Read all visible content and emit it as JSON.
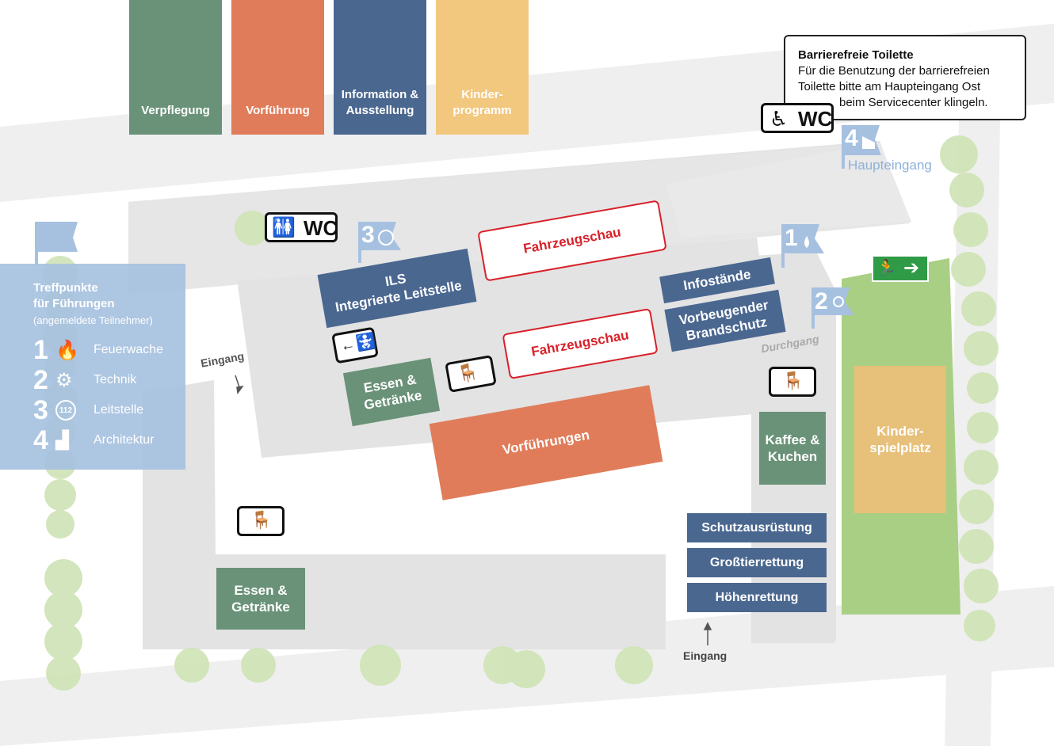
{
  "legend": {
    "items": [
      {
        "label": "Verpflegung",
        "color": "#6a9278"
      },
      {
        "label": "Vorführung",
        "color": "#e07c5a"
      },
      {
        "label": "Information & Ausstellung",
        "color": "#4a6790"
      },
      {
        "label": "Kinder-programm",
        "color": "#f2c77e"
      }
    ]
  },
  "notice": {
    "title": "Barrierefreie Toilette",
    "lines": [
      "Für die Benutzung der barrierefreien",
      "Toilette bitte am Haupteingang Ost",
      "beim Servicecenter klingeln."
    ],
    "wc_label": "WC"
  },
  "meeting_points": {
    "title_line1": "Treffpunkte",
    "title_line2": "für Führungen",
    "subtitle": "(angemeldete Teilnehmer)",
    "items": [
      {
        "num": "1",
        "label": "Feuerwache",
        "icon": "flame-icon"
      },
      {
        "num": "2",
        "label": "Technik",
        "icon": "gear-wrench-icon"
      },
      {
        "num": "3",
        "label": "Leitstelle",
        "icon": "emergency-112-icon"
      },
      {
        "num": "4",
        "label": "Architektur",
        "icon": "building-icon"
      }
    ]
  },
  "map": {
    "wc_label": "WC",
    "ils_line1": "ILS",
    "ils_line2": "Integrierte Leitstelle",
    "vehicle_show_1": "Fahrzeugschau",
    "vehicle_show_2": "Fahrzeugschau",
    "info_stands": "Infostände",
    "fire_prev_line1": "Vorbeugender",
    "fire_prev_line2": "Brandschutz",
    "food_center_line1": "Essen &",
    "food_center_line2": "Getränke",
    "demos": "Vorführungen",
    "coffee_line1": "Kaffee &",
    "coffee_line2": "Kuchen",
    "kids_line1": "Kinder-",
    "kids_line2": "spielplatz",
    "protective_gear": "Schutzausrüstung",
    "large_animal_rescue": "Großtierrettung",
    "height_rescue": "Höhenrettung",
    "food_left_line1": "Essen &",
    "food_left_line2": "Getränke",
    "entrance_left": "Eingang",
    "entrance_bottom": "Eingang",
    "passage": "Durchgang",
    "main_entrance": "Haupteingang",
    "flag_main_entrance_num": "4",
    "flag_ils_num": "3",
    "flag_fire_num": "1",
    "flag_tech_num": "2"
  },
  "colors": {
    "food": "#6a9278",
    "demo": "#e07c5a",
    "info": "#4a6790",
    "kids": "#f2c77e",
    "flag": "#a6c1e0",
    "tree": "#cfe3b5",
    "lawn": "#a9cf85",
    "ground": "#e2e2e2",
    "exit": "#2f9b46"
  }
}
